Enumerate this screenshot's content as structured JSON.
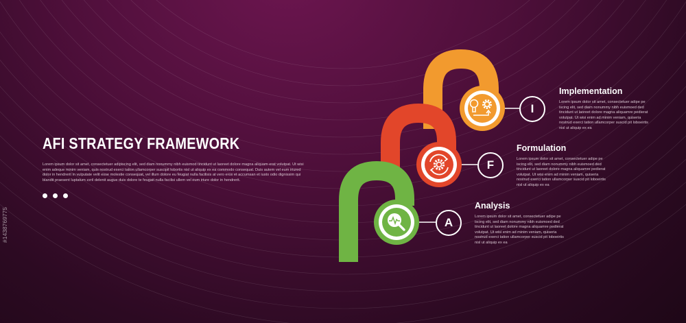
{
  "title": "AFI STRATEGY FRAMEWORK",
  "intro_text": "Lorem ipsum dolor sit amet, consectetuer adipiscing elit, sed diam nonummy nibh euismod tincidunt ut laoreet dolore magna aliquam erat volutpat. Ut wisi enim adeque minim veniam, quis nostrud exerci tation ullamcorper suscipit lobortis nisl ut aliquip ex ea commodo consequat. Duis autem vel eum iriured dolor in hendrerit in vulputate velit esse molestie consequat, vel illum dolore eu feugiat nulla facilisis at vero eros et accumsan et iusto odio dignissim qui blandit praesent luptatum zzril delenit augue duis dolore te feugait nulla facilisi ullem vel eum iriure dolor in hendrerit.",
  "steps": [
    {
      "letter": "I",
      "title": "Implementation",
      "description": "Lorem ipsum dolor sit amet, consectetuer adipe pe iscing elit, sed diam nonummy nibh euismoed ded tincidunt ut laoreet dolore magna aliquamre pedierat volutpat. Ut wisi enim ad minim veniam, quiseria nostrud exerci tation ullamcorper suscid pit loboeirtis nisl ut aliquip ex ea",
      "icon": "lightbulb-gear-icon",
      "color": "#f29a2e"
    },
    {
      "letter": "F",
      "title": "Formulation",
      "description": "Lorem ipsum dolor sit amet, consectetuer adipe pe iscing elit, sed diam nonummy nibh euismoed ded tincidunt ut laoreet dolore magna aliquamre pedierat volutpat. Ut wisi enim ad minim veniam, quiseria nostrud exerci tation ullamcorper suscid pit loboeirtis nisl ut aliquip ex ea",
      "icon": "gear-refresh-icon",
      "color": "#e2462a"
    },
    {
      "letter": "A",
      "title": "Analysis",
      "description": "Lorem ipsum dolor sit amet, consectetuer adipe pe iscing elit, sed diam nonummy nibh euismoed ded tincidunt ut laoreet dolore magna aliquamre pedierat volutpat. Ut wisi enim ad minim veniam, quiseria nostrud exerci tation ullamcorper suscid pit loboeirtis nisl ut aliquip ex ea",
      "icon": "magnifier-chart-icon",
      "color": "#6fb444"
    }
  ],
  "watermark": "#1438769775"
}
